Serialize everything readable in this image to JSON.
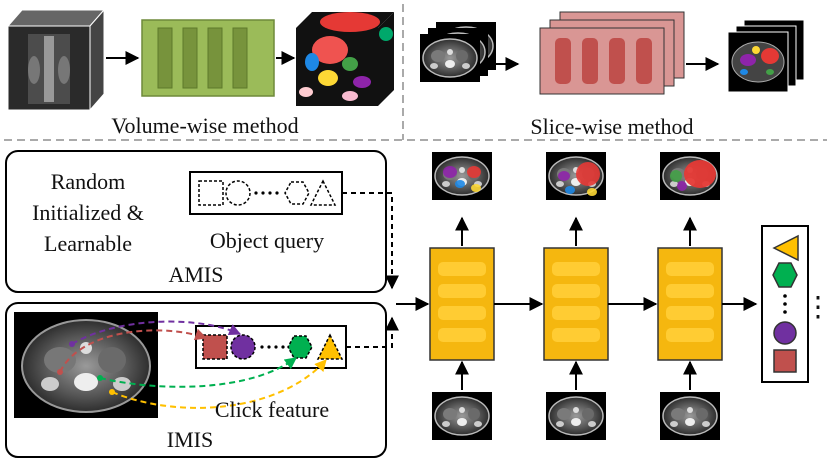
{
  "top": {
    "volume_label": "Volume-wise method",
    "slice_label": "Slice-wise method"
  },
  "amis": {
    "random_line1": "Random",
    "random_line2": "Initialized &",
    "random_line3": "Learnable",
    "object_query_label": "Object query",
    "box_label": "AMIS"
  },
  "imis": {
    "click_feature_label": "Click feature",
    "box_label": "IMIS"
  },
  "ellipsis": "⋮",
  "colors": {
    "block_yellow": "#f5b70f",
    "green_block": "#9bbb59",
    "red_block": "#d99694",
    "dash_gray": "#aaaaaa",
    "purple": "#7030a0",
    "green": "#00b050",
    "red_square": "#c0504d",
    "yellow": "#ffc000"
  },
  "icons": [
    "ct-volume-icon",
    "segmented-volume-icon",
    "ct-slice-icon",
    "segmentation-mask-icon"
  ]
}
